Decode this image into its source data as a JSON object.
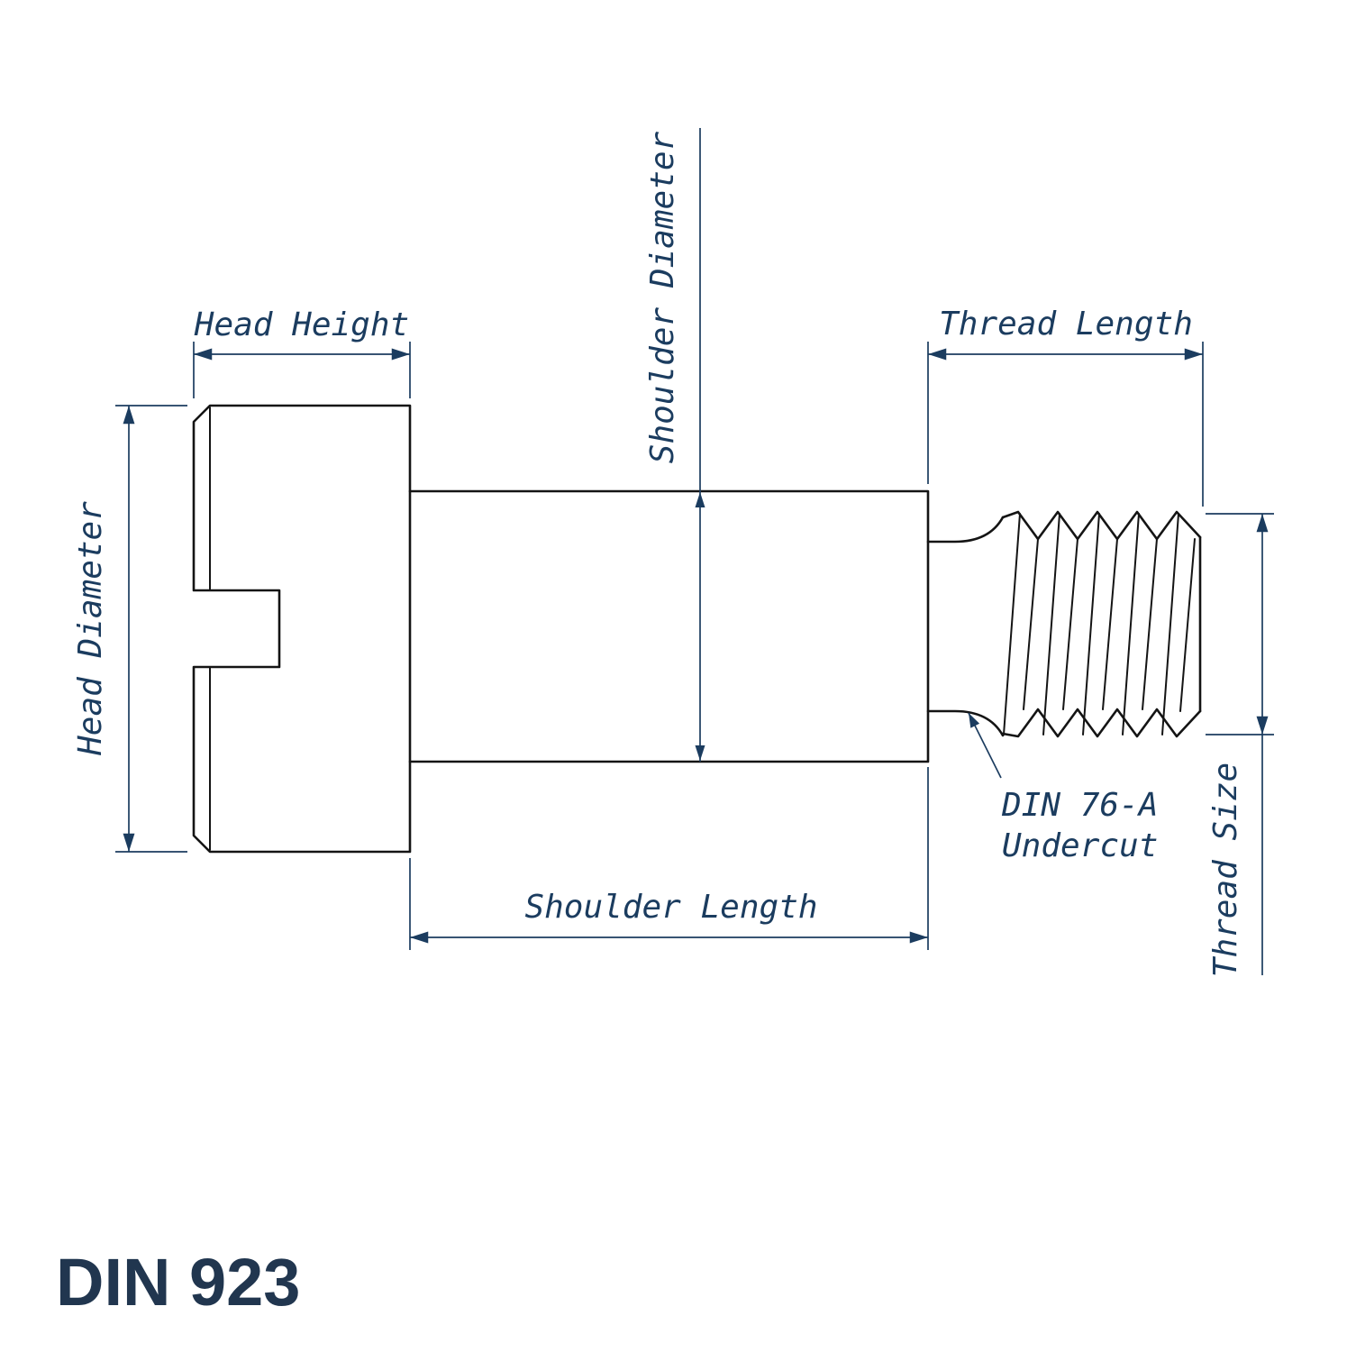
{
  "title": "DIN 923",
  "colors": {
    "outline": "#141414",
    "dimension": "#1b3c5f",
    "title_text": "#21364f",
    "background": "#ffffff"
  },
  "labels": {
    "head_height": "Head Height",
    "head_diameter": "Head Diameter",
    "shoulder_diameter": "Shoulder Diameter",
    "shoulder_length": "Shoulder Length",
    "thread_length": "Thread Length",
    "thread_size": "Thread Size",
    "undercut_line1": "DIN 76-A",
    "undercut_line2": "Undercut"
  }
}
